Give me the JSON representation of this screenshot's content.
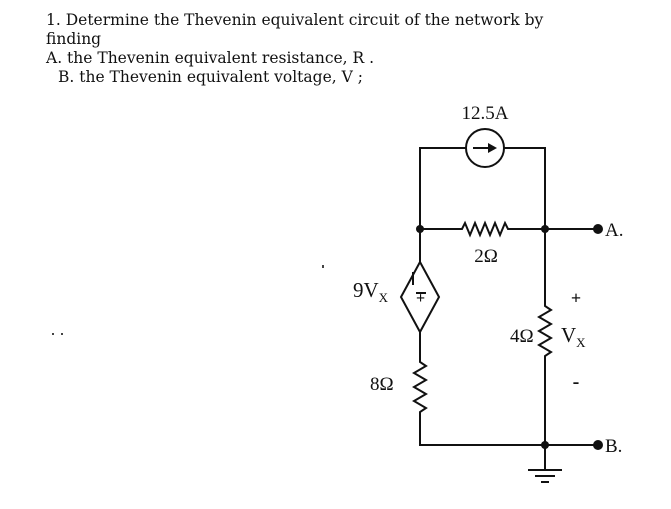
{
  "problem": {
    "line1": "1.  Determine the Thevenin equivalent circuit of the network by",
    "line2": "finding",
    "item_a": "A.   the Thevenin equivalent resistance, R   .",
    "item_b": "B.   the Thevenin equivalent voltage, V   ;"
  },
  "circuit": {
    "current_source_label": "12.5A",
    "dependent_source_label": "9V",
    "dependent_source_subscript": "X",
    "dependent_source_sign": "+",
    "r_top_label": "2Ω",
    "r_left_label": "8Ω",
    "r_right_label": "4Ω",
    "vx_label": "V",
    "vx_subscript": "X",
    "vx_plus": "+",
    "vx_minus": "-",
    "terminal_a": "A.",
    "terminal_b": "B."
  }
}
